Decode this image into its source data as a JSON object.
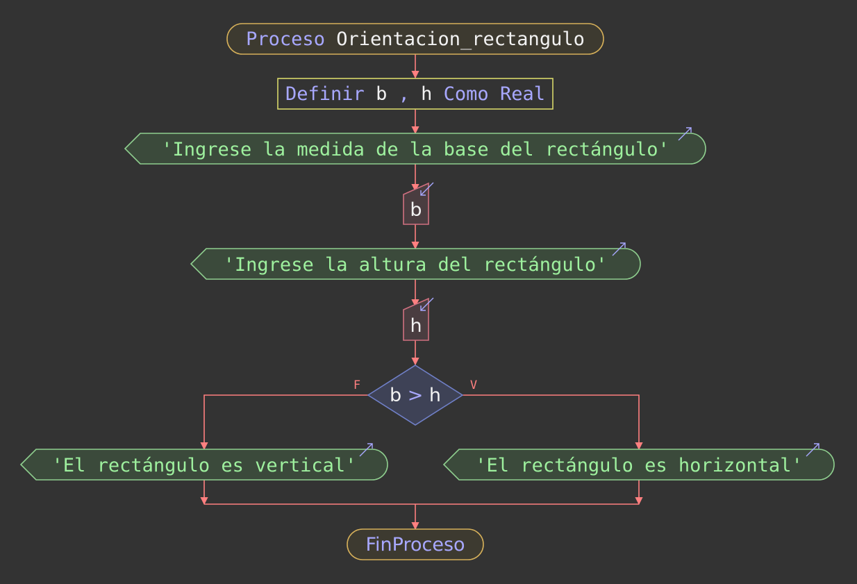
{
  "colors": {
    "background": "#333333",
    "arrow": "#ff8080",
    "keyword": "#a8a8ff",
    "identifier": "#f2f2f2",
    "string": "#9ef09e",
    "terminal_stroke": "#d6b05a",
    "terminal_fill": "#3d3a30",
    "define_stroke": "#d8d86a",
    "io_stroke": "#8fcf8f",
    "io_fill": "#3b4a3b",
    "read_stroke": "#d07080",
    "read_fill": "#4a3d40",
    "decision_stroke": "#7080c8",
    "decision_fill": "#3e4256"
  },
  "start": {
    "keyword": "Proceso",
    "name": "Orientacion_rectangulo"
  },
  "define": {
    "keyword": "Definir",
    "vars": "b",
    "comma": ",",
    "var2": "h",
    "keyword2": "Como",
    "type": "Real"
  },
  "output1": {
    "text": "'Ingrese la medida de la base del rectángulo'"
  },
  "read1": {
    "var": "b"
  },
  "output2": {
    "text": "'Ingrese la altura del rectángulo'"
  },
  "read2": {
    "var": "h"
  },
  "decision": {
    "left": "b",
    "op": ">",
    "right": "h",
    "false_label": "F",
    "true_label": "V"
  },
  "output_false": {
    "text": "'El rectángulo es vertical'"
  },
  "output_true": {
    "text": "'El rectángulo es horizontal'"
  },
  "end": {
    "keyword": "FinProceso"
  },
  "icons": {
    "output": "output-arrow-icon",
    "input": "input-arrow-icon"
  }
}
